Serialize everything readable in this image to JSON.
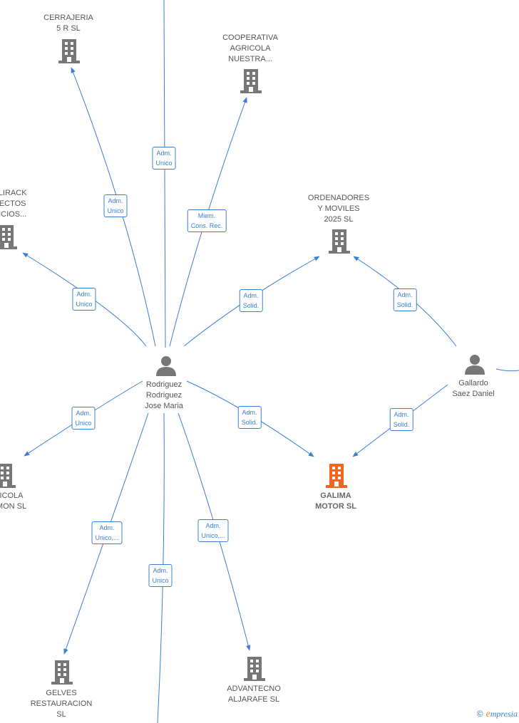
{
  "colors": {
    "edge": "#3a7fd5",
    "building": "#777777",
    "building_highlight": "#f26522",
    "person": "#777777"
  },
  "nodes": {
    "cerrajeria": {
      "lines": [
        "CERRAJERIA",
        "5 R SL"
      ],
      "icon": "building-icon"
    },
    "cooperativa": {
      "lines": [
        "COOPERATIVA",
        "AGRICOLA",
        "NUESTRA..."
      ],
      "icon": "building-icon"
    },
    "alirack": {
      "lines": [
        "ALIRACK",
        "YECTOS",
        "VICIOS..."
      ],
      "icon": "building-icon"
    },
    "ordenadores": {
      "lines": [
        "ORDENADORES",
        "Y MOVILES",
        "2025  SL"
      ],
      "icon": "building-icon"
    },
    "rodriguez": {
      "lines": [
        "Rodriguez",
        "Rodriguez",
        "Jose Maria"
      ],
      "icon": "person-icon"
    },
    "gallardo": {
      "lines": [
        "Gallardo",
        "Saez Daniel"
      ],
      "icon": "person-icon"
    },
    "agricola": {
      "lines": [
        "ICOLA",
        "MON  SL"
      ],
      "icon": "building-icon"
    },
    "galima": {
      "lines": [
        "GALIMA",
        "MOTOR  SL"
      ],
      "icon": "building-icon"
    },
    "gelves": {
      "lines": [
        "GELVES",
        "RESTAURACION",
        "SL"
      ],
      "icon": "building-icon"
    },
    "advantecno": {
      "lines": [
        "ADVANTECNO",
        "ALJARAFE  SL"
      ],
      "icon": "building-icon"
    }
  },
  "relations": {
    "r_top": [
      "Adm.",
      "Unico"
    ],
    "r_cerrajeria": [
      "Adm.",
      "Unico"
    ],
    "r_cooperativa": [
      "Miem.",
      "Cons. Rec."
    ],
    "r_alirack": [
      "Adm.",
      "Unico"
    ],
    "r_ordenadores_rod": [
      "Adm.",
      "Solid."
    ],
    "r_ordenadores_gal": [
      "Adm.",
      "Solid."
    ],
    "r_agricola": [
      "Adm.",
      "Unico"
    ],
    "r_galima_rod": [
      "Adm.",
      "Solid."
    ],
    "r_galima_gal": [
      "Adm.",
      "Solid."
    ],
    "r_gelves": [
      "Adm.",
      "Unico,..."
    ],
    "r_bottom": [
      "Adm.",
      "Unico"
    ],
    "r_advantecno": [
      "Adm.",
      "Unico,..."
    ]
  },
  "brand": {
    "copyright": "©",
    "initial": "e",
    "rest": "mpresia"
  }
}
